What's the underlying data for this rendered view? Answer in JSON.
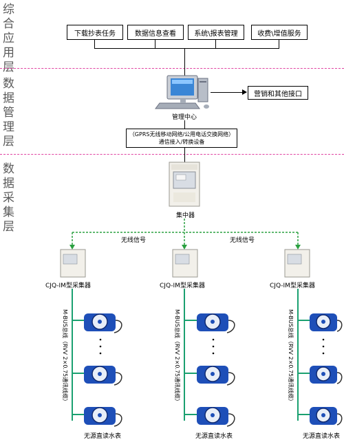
{
  "layers": {
    "top": "综合应用层",
    "middle": "数据管理层",
    "bottom": "数据采集层"
  },
  "apps": [
    "下载抄表任务",
    "数据信息查看",
    "系统\\报表管理",
    "收费\\增值服务"
  ],
  "management": {
    "center_label": "管理中心",
    "interface_label": "营销和其他接口"
  },
  "network": {
    "line1": "（GPRS无线移动网络/公用电话交换网络）",
    "line2": "通信接入/转换设备"
  },
  "concentrator_label": "集中器",
  "wireless_label": "无线信号",
  "collectors": [
    {
      "label": "CJQ-IM型采集器",
      "bus_label": "M-BUS总线（RVV 2×0.75通讯线缆）",
      "meter_label": "无源直读水表"
    },
    {
      "label": "CJQ-IM型采集器",
      "bus_label": "M-BUS总线（RVV 2×0.75通讯线缆）",
      "meter_label": "无源直读水表"
    },
    {
      "label": "CJQ-IM型采集器",
      "bus_label": "M-BUS总线（RVV 2×0.75通讯线缆）",
      "meter_label": "无源直读水表"
    }
  ],
  "colors": {
    "divider": "#e040a0",
    "wireless": "#2aa040",
    "bus": "#1aa070",
    "meter_blue": "#1e4fb8",
    "layer_text": "#5a5a5a"
  }
}
